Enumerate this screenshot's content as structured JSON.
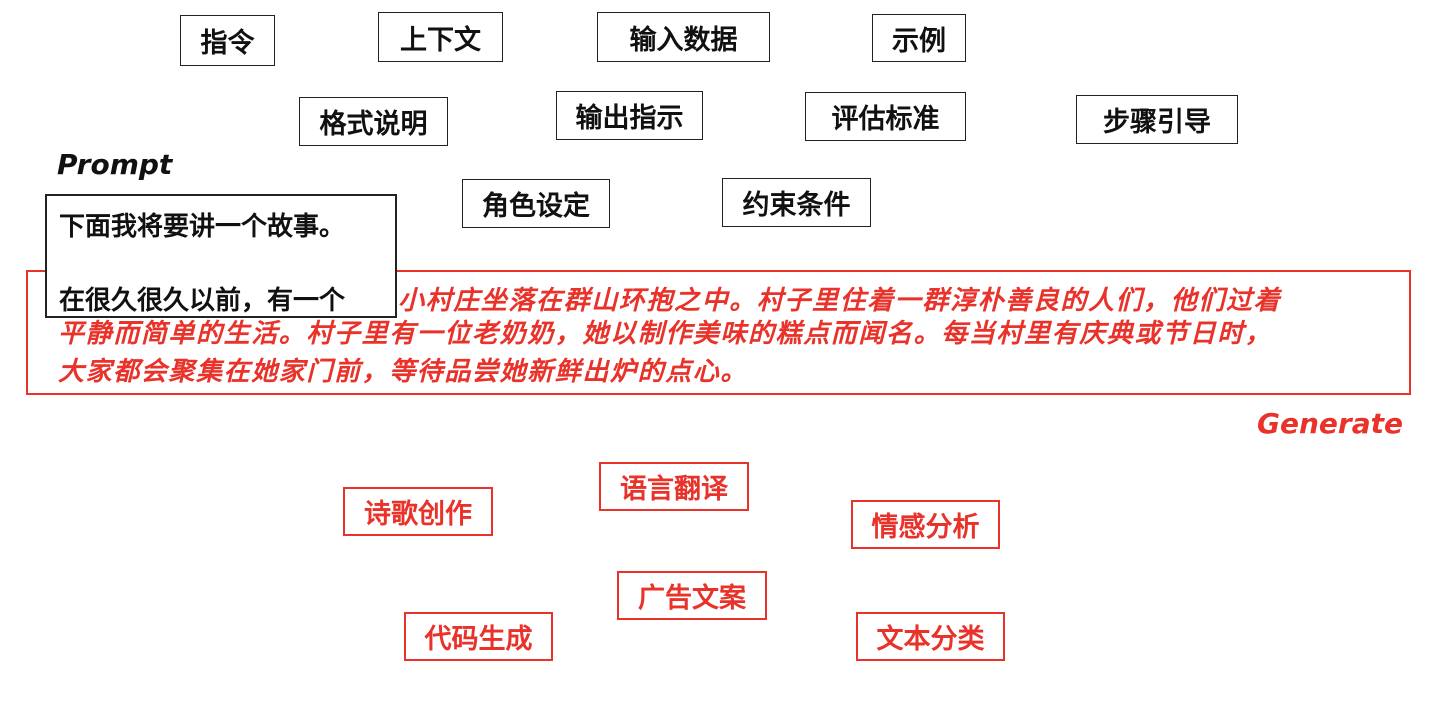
{
  "components": [
    "指令",
    "上下文",
    "输入数据",
    "示例",
    "格式说明",
    "输出指示",
    "评估标准",
    "步骤引导",
    "角色设定",
    "约束条件"
  ],
  "prompt": {
    "label": "Prompt",
    "line1": "下面我将要讲一个故事。",
    "line2": "在很久很久以前，有一个"
  },
  "generated": {
    "lines": [
      "小村庄坐落在群山环抱之中。村子里住着一群淳朴善良的人们，他们过着",
      "平静而简单的生活。村子里有一位老奶奶，她以制作美味的糕点而闻名。每当村里有庆典或节日时，",
      "大家都会聚集在她家门前，等待品尝她新鲜出炉的点心。"
    ],
    "label": "Generate"
  },
  "tasks": [
    "诗歌创作",
    "语言翻译",
    "情感分析",
    "广告文案",
    "代码生成",
    "文本分类"
  ],
  "colors": {
    "accent": "#e8322a",
    "ink": "#111111"
  }
}
